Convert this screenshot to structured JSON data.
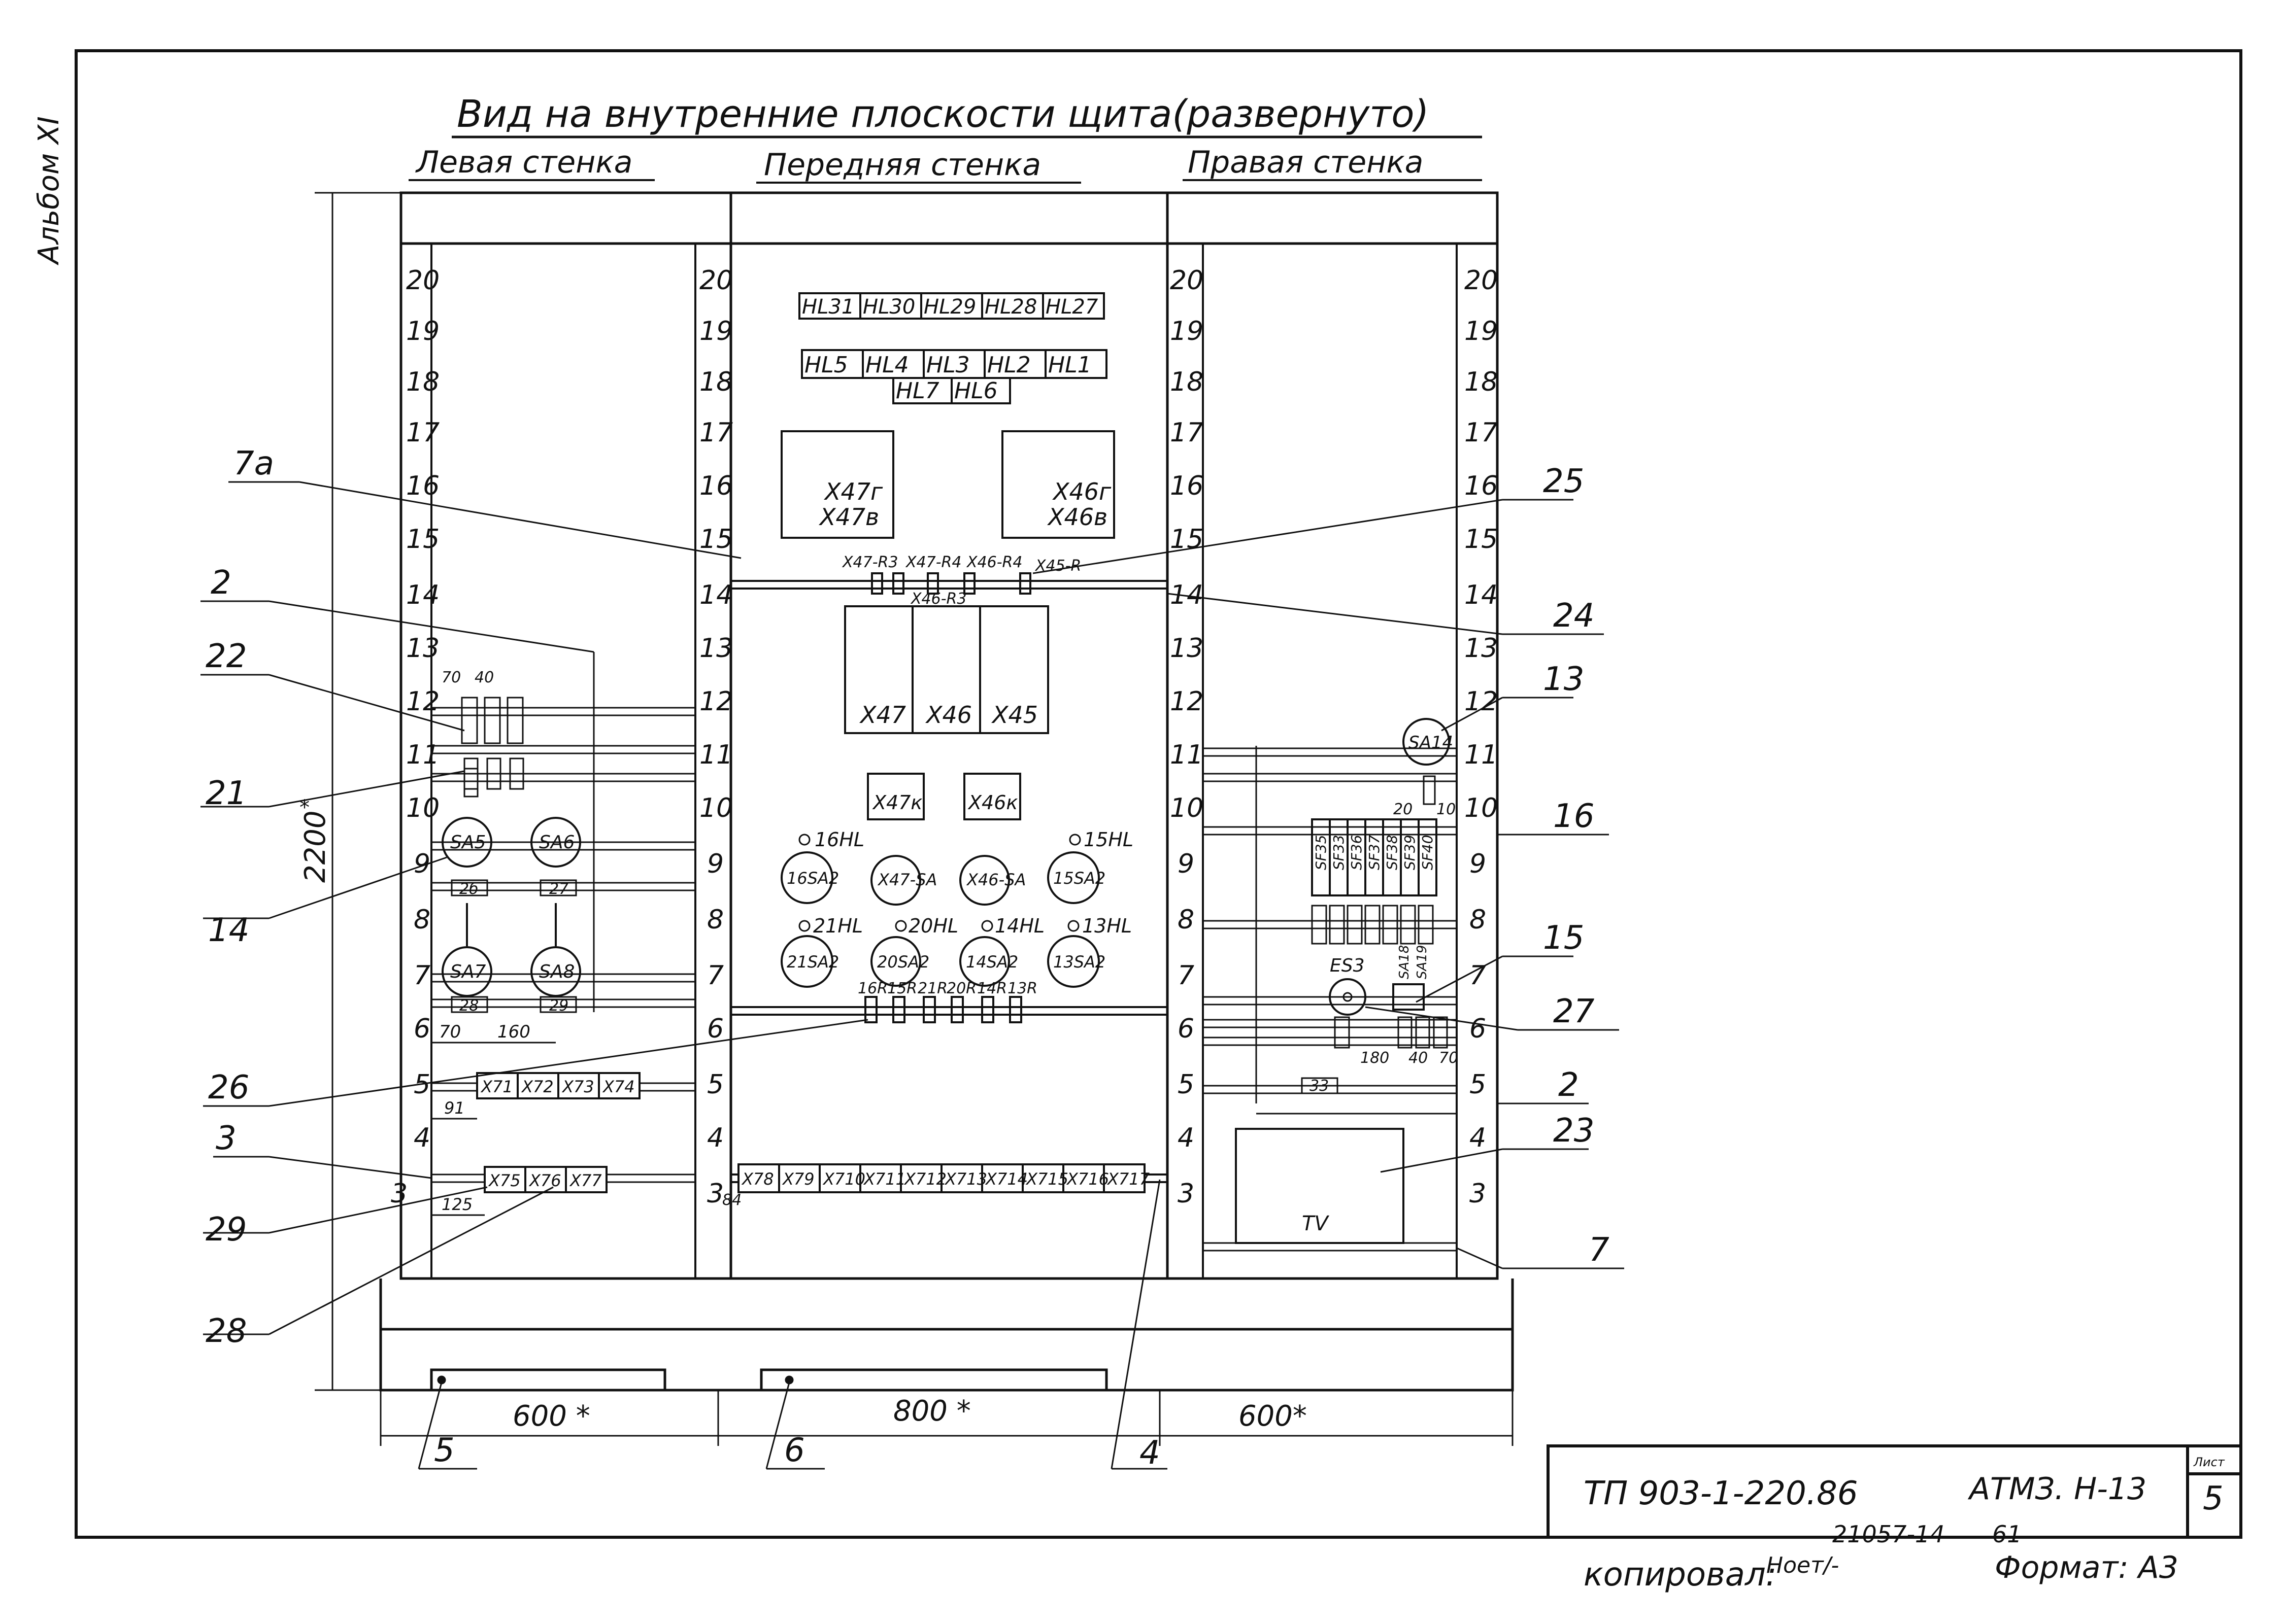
{
  "sheet": {
    "title": "Вид на внутренние плоскости щита(развернуто)",
    "album_label": "Альбом XI",
    "walls": {
      "left": "Левая стенка",
      "front": "Передняя стенка",
      "right": "Правая стенка"
    },
    "dimensions": {
      "height": "2200",
      "height_mark": "*",
      "width_left": "600 *",
      "width_front": "800 *",
      "width_right": "600*"
    }
  },
  "rack_numbers": [
    "20",
    "19",
    "18",
    "17",
    "16",
    "15",
    "14",
    "13",
    "12",
    "11",
    "10",
    "9",
    "8",
    "7",
    "6",
    "5",
    "4",
    "3"
  ],
  "front_wall": {
    "lamps_row1": [
      "HL31",
      "HL30",
      "HL29",
      "HL28",
      "HL27"
    ],
    "lamps_row2": [
      "HL5",
      "HL4",
      "HL3",
      "HL2",
      "HL1"
    ],
    "lamps_row3": [
      "HL7",
      "HL6"
    ],
    "box_left": [
      "X47г",
      "X47в"
    ],
    "box_right": [
      "X46г",
      "X46в"
    ],
    "resistor_top": [
      "X47-R3",
      "X47-R4",
      "X46-R4",
      "X45-R"
    ],
    "resistor_bottom": "X46-R3",
    "blocks": [
      "X47",
      "X46",
      "X45"
    ],
    "small_blocks": [
      "X47к",
      "X46к"
    ],
    "ind_labels_row1": [
      "16HL",
      "15HL"
    ],
    "switches_row1": [
      "16SA2",
      "X47-SA",
      "X46-SA",
      "15SA2"
    ],
    "ind_labels_row2": [
      "21HL",
      "20HL",
      "14HL",
      "13HL"
    ],
    "switches_row2": [
      "21SA2",
      "20SA2",
      "14SA2",
      "13SA2"
    ],
    "resistors": [
      "16R",
      "15R",
      "21R",
      "20R",
      "14R",
      "13R"
    ],
    "terminals": [
      "X78",
      "X79",
      "X710",
      "X711",
      "X712",
      "X713",
      "X714",
      "X715",
      "X716",
      "X717"
    ],
    "dim_84": "84"
  },
  "left_wall": {
    "dims_top": [
      "70",
      "40"
    ],
    "switches_a": [
      "SA5",
      "SA6"
    ],
    "labels_a": [
      "2б",
      "27"
    ],
    "switches_b": [
      "SA7",
      "SA8"
    ],
    "labels_b": [
      "28",
      "29"
    ],
    "dims_bottom": [
      "70",
      "160"
    ],
    "terminals_a": [
      "X71",
      "X72",
      "X73",
      "X74"
    ],
    "dim_91": "91",
    "terminals_b": [
      "X75",
      "X76",
      "X77"
    ],
    "dim_125": "125"
  },
  "right_wall": {
    "sa14": "SA14",
    "dims": [
      "20",
      "10"
    ],
    "breakers": [
      "SF35",
      "SF33",
      "SF36",
      "SF37",
      "SF38",
      "SF39",
      "SF40"
    ],
    "es3": "ES3",
    "sa_pair": [
      "SA18",
      "SA19"
    ],
    "dims_bottom": [
      "180",
      "40",
      "70"
    ],
    "bar33": "33",
    "tv": "TV"
  },
  "callouts": {
    "left": [
      "7а",
      "2",
      "22",
      "21",
      "14",
      "26",
      "3",
      "29",
      "28"
    ],
    "right": [
      "25",
      "24",
      "13",
      "16",
      "15",
      "27",
      "2",
      "23",
      "7"
    ],
    "bottom": [
      "5",
      "6",
      "4"
    ]
  },
  "stamp": {
    "code": "ТП 903-1-220.86",
    "doc": "АТМЗ. Н-13",
    "sheet_label": "Лист",
    "sheet_no": "5",
    "inv": "21057-14",
    "inv2": "61",
    "copied": "копировал:",
    "copied_sig": "Ноет/-",
    "format": "Формат: А3"
  }
}
